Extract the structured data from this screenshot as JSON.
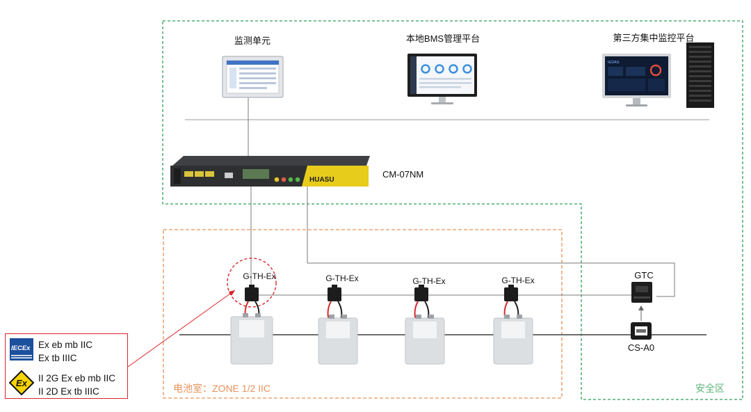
{
  "labels": {
    "monitor_unit": "监测单元",
    "local_bms": "本地BMS管理平台",
    "third_party": "第三方集中监控平台",
    "cm07nm": "CM-07NM",
    "gtc": "GTC",
    "cs_a0": "CS-A0",
    "sensor": "G-TH-Ex",
    "device_brand": "HUASU",
    "dashboard_brand": "IEDAS"
  },
  "zones": {
    "battery_room": "电池室：ZONE 1/2  IIC",
    "safe_zone": "安全区"
  },
  "certification": {
    "iecex_logo": "IECEx",
    "atex_logo": "Ex",
    "lines": [
      "Ex eb mb IIC",
      "Ex tb IIIC",
      "II 2G Ex eb mb IIC",
      "II 2D Ex tb IIIC"
    ]
  },
  "colors": {
    "safe_zone_border": "#2e9e58",
    "battery_room_border": "#e8925a",
    "highlight": "#d9242a",
    "cable": "#7a7a7a",
    "iecex_blue": "#1c4f9c",
    "atex_yellow": "#f6d400"
  }
}
